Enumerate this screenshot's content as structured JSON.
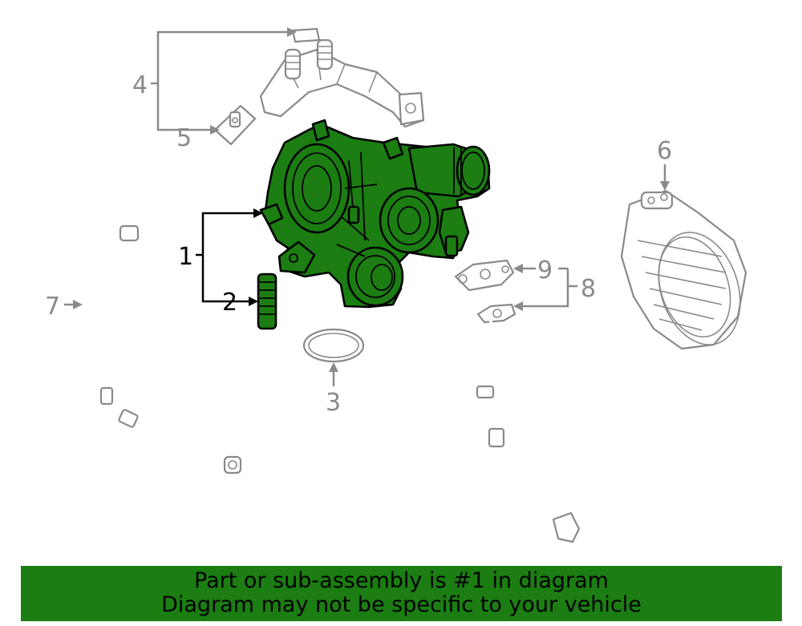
{
  "callouts": {
    "c1": "1",
    "c2": "2",
    "c3": "3",
    "c4": "4",
    "c5": "5",
    "c6": "6",
    "c7": "7",
    "c8": "8",
    "c9": "9"
  },
  "banner": {
    "line1": "Part or sub-assembly is #1 in diagram",
    "line2": "Diagram may not be specific to your vehicle"
  },
  "colors": {
    "highlight": "#1b7d12",
    "parts": "#8a8a8a",
    "outline": "#000000"
  }
}
